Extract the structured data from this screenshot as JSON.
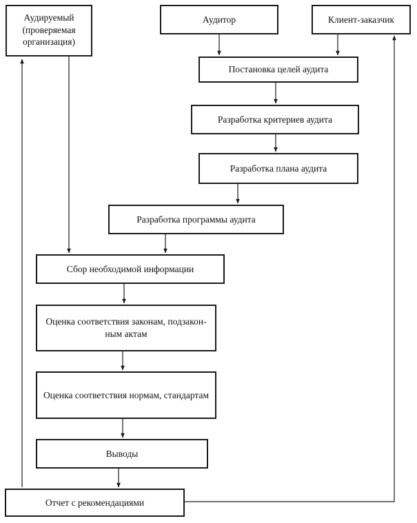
{
  "diagram": {
    "nodes": {
      "audited": "Аудируемый\n(проверяемая\nорганизация)",
      "auditor": "Аудитор",
      "client": "Клиент-заказчик",
      "goals": "Постановка целей аудита",
      "criteria": "Разработка критериев аудита",
      "plan": "Разработка плана аудита",
      "program": "Разработка программы аудита",
      "info": "Сбор необходимой информации",
      "laws": "Оценка соответствия законам, подзакон-\nным актам",
      "norms": "Оценка соответствия нормам, стандартам",
      "conclusions": "Выводы",
      "report": "Отчет с рекомендациями"
    },
    "colors": {
      "line": "#1a1a1a",
      "background": "#ffffff"
    }
  }
}
